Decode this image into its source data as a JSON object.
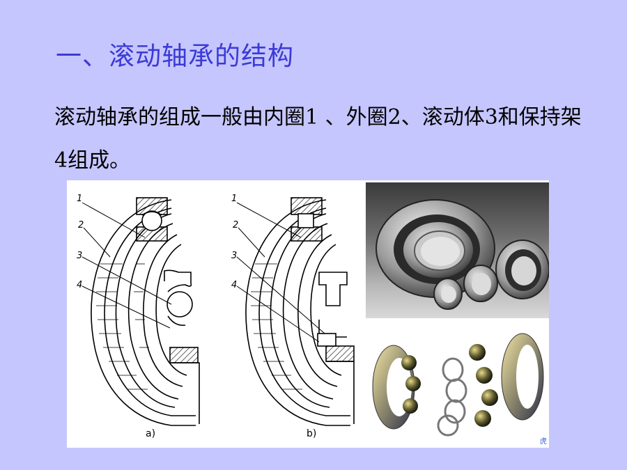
{
  "slide": {
    "title": "一、滚动轴承的结构",
    "body": "滚动轴承的组成一般由内圈1 、外圈2、滚动体3和保持架4组成。"
  },
  "figure": {
    "drawing_a": {
      "caption": "a)",
      "labels": [
        "1",
        "2",
        "3",
        "4"
      ]
    },
    "drawing_b": {
      "caption": "b)",
      "labels": [
        "1",
        "2",
        "3",
        "4"
      ]
    },
    "photo_corner_mark": "虎"
  }
}
